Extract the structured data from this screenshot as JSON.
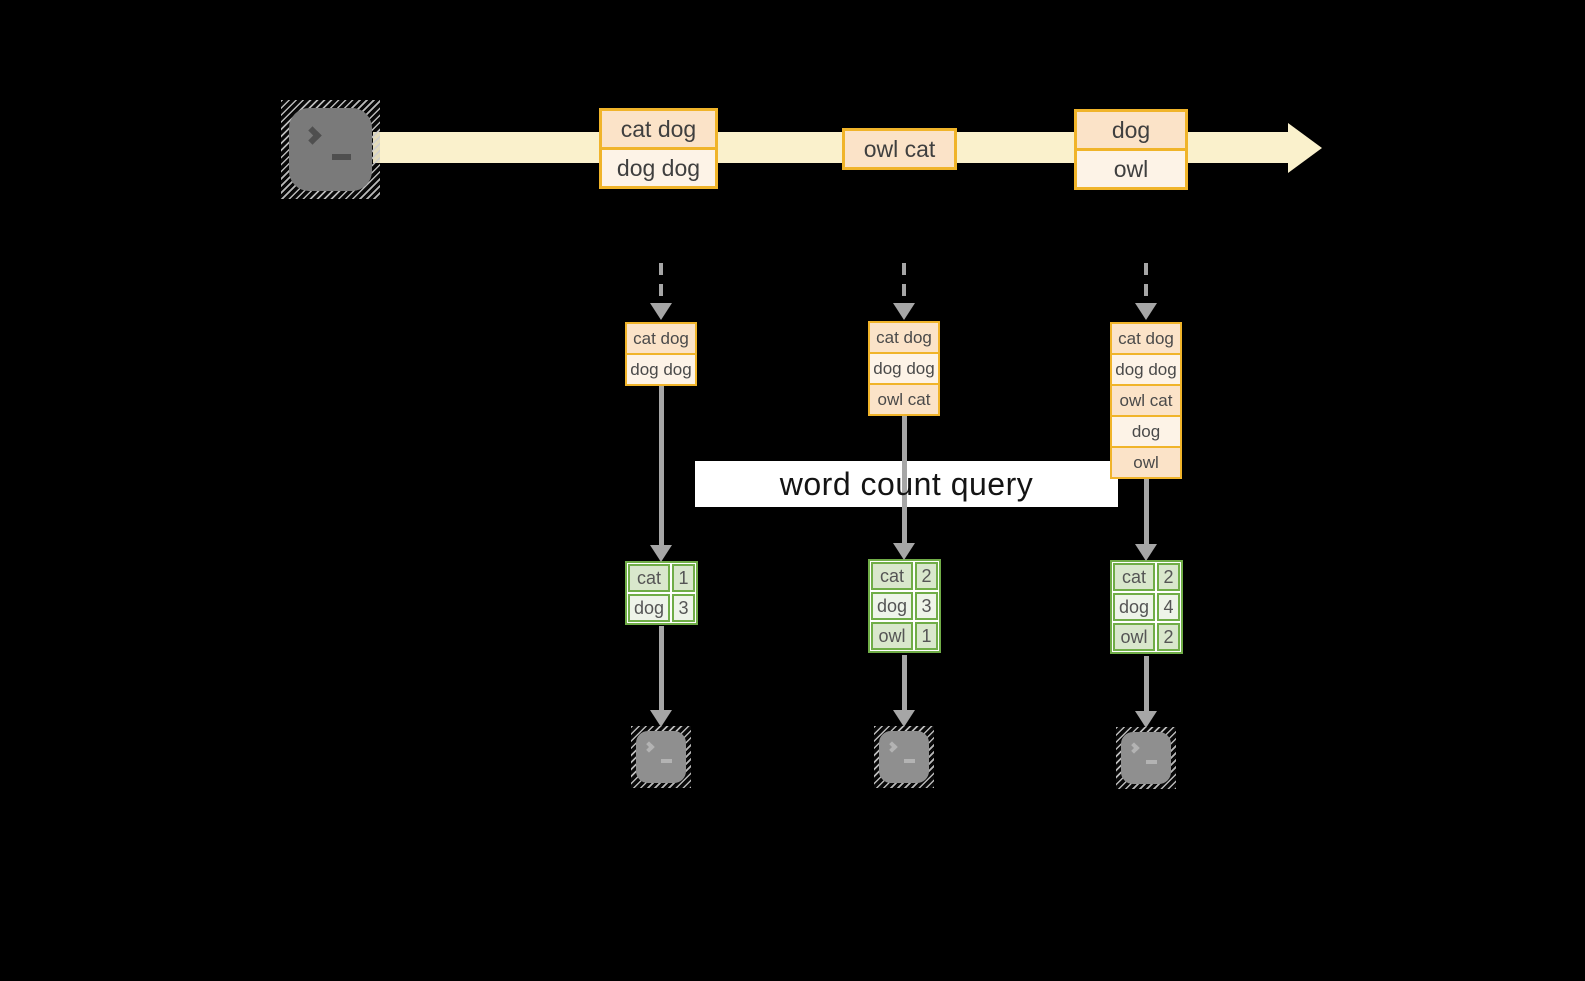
{
  "diagram": {
    "kind": "streaming word count data-flow diagram",
    "query_label": "word count query"
  },
  "colors": {
    "background": "#000000",
    "stream_band": "#FAF1CC",
    "event_border": "#F0B42A",
    "event_row_peach": "#FBE3C8",
    "event_row_cream": "#FDF3E7",
    "table_border_green": "#70AD47",
    "table_cell_dark": "#D9E7CC",
    "table_cell_light": "#EEF4E9",
    "arrow_gray": "#A6A6A6",
    "terminal_gray_source": "#7A7A7A",
    "terminal_gray_sink": "#8F8F8F"
  },
  "icons": {
    "source": "terminal-icon",
    "sink": "terminal-icon"
  },
  "stream": {
    "events": [
      {
        "rows": [
          "cat dog",
          "dog dog"
        ]
      },
      {
        "rows": [
          "owl cat"
        ]
      },
      {
        "rows": [
          "dog",
          "owl"
        ]
      }
    ]
  },
  "columns": [
    {
      "state_rows": [
        "cat dog",
        "dog dog"
      ],
      "counts": [
        {
          "word": "cat",
          "count": "1"
        },
        {
          "word": "dog",
          "count": "3"
        }
      ]
    },
    {
      "state_rows": [
        "cat dog",
        "dog dog",
        "owl cat"
      ],
      "counts": [
        {
          "word": "cat",
          "count": "2"
        },
        {
          "word": "dog",
          "count": "3"
        },
        {
          "word": "owl",
          "count": "1"
        }
      ]
    },
    {
      "state_rows": [
        "cat dog",
        "dog dog",
        "owl cat",
        "dog",
        "owl"
      ],
      "counts": [
        {
          "word": "cat",
          "count": "2"
        },
        {
          "word": "dog",
          "count": "4"
        },
        {
          "word": "owl",
          "count": "2"
        }
      ]
    }
  ]
}
